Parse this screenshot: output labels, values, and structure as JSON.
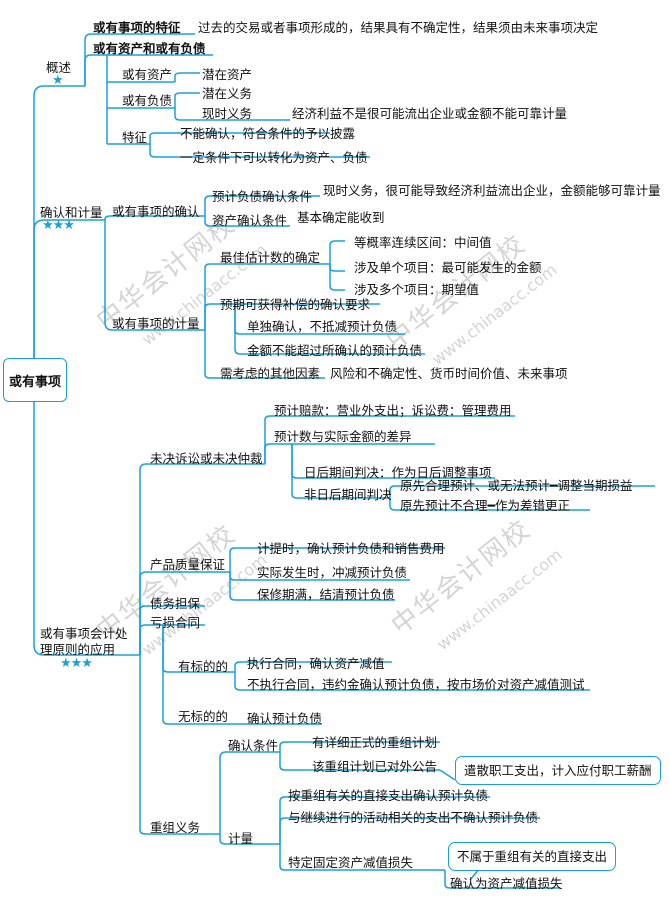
{
  "root": "或有事项",
  "watermark": {
    "cn": "中华会计网校",
    "url": "www.chinaacc.com"
  },
  "overview": {
    "label": "概述",
    "stars": "★",
    "feature_title": "或有事项的特征",
    "feature_desc": "过去的交易或者事项形成的，结果具有不确定性，结果须由未来事项决定",
    "assets_liab_title": "或有资产和或有负债",
    "contingent_asset": "或有资产",
    "potential_asset": "潜在资产",
    "contingent_liab": "或有负债",
    "potential_obligation": "潜在义务",
    "present_obligation": "现时义务",
    "present_obligation_desc": "经济利益不是很可能流出企业或金额不能可靠计量",
    "traits": "特征",
    "trait_1": "不能确认，符合条件的予以披露",
    "trait_2": "一定条件下可以转化为资产、负债"
  },
  "recognition": {
    "label": "确认和计量",
    "stars": "★★★",
    "recog_title": "或有事项的确认",
    "liab_cond": "预计负债确认条件",
    "liab_cond_desc": "现时义务，很可能导致经济利益流出企业，金额能够可靠计量",
    "asset_cond": "资产确认条件",
    "asset_cond_desc": "基本确定能收到",
    "measure_title": "或有事项的计量",
    "best_est": "最佳估计数的确定",
    "best_1": "等概率连续区间：中间值",
    "best_2": "涉及单个项目：最可能发生的金额",
    "best_3": "涉及多个项目：期望值",
    "reimb": "预期可获得补偿的确认要求",
    "reimb_1": "单独确认，不抵减预计负债",
    "reimb_2": "金额不能超过所确认的预计负债",
    "other": "需考虑的其他因素",
    "other_desc": "风险和不确定性、货币时间价值、未来事项"
  },
  "application": {
    "label_line1": "或有事项会计处",
    "label_line2": "理原则的应用",
    "stars": "★★★",
    "litigation": "未决诉讼或未决仲裁",
    "lit_1": "预计赔款：营业外支出；诉讼费：管理费用",
    "lit_2": "预计数与实际金额的差异",
    "lit_2a": "日后期间判决：作为日后调整事项",
    "lit_2b": "非日后期间判决",
    "lit_2b_1": "原先合理预计、或无法预计━调整当期损益",
    "lit_2b_2": "原先预计不合理━作为差错更正",
    "warranty": "产品质量保证",
    "war_1": "计提时，确认预计负债和销售费用",
    "war_2": "实际发生时，冲减预计负债",
    "war_3": "保修期满，结清预计负债",
    "guarantee": "债务担保",
    "onerous": "亏损合同",
    "with_subject": "有标的的",
    "ws_1": "执行合同，确认资产减值",
    "ws_2": "不执行合同，违约金确认预计负债，按市场价对资产减值测试",
    "no_subject": "无标的的",
    "ns_1": "确认预计负债",
    "restructure": "重组义务",
    "recog_cond": "确认条件",
    "rc_1": "有详细正式的重组计划",
    "rc_2": "该重组计划已对外公告",
    "measure": "计量",
    "m_1": "按重组有关的直接支出确认预计负债",
    "m_2": "与继续进行的活动相关的支出不确认预计负债",
    "m_3": "特定固定资产减值损失",
    "m_3a": "确认为资产减值损失",
    "callout_1": "遣散职工支出，计入应付职工薪酬",
    "callout_2": "不属于重组有关的直接支出"
  },
  "colors": {
    "line": "#1aa0d8",
    "star": "#1aa0d8",
    "watermark": "#d4d4d4"
  }
}
